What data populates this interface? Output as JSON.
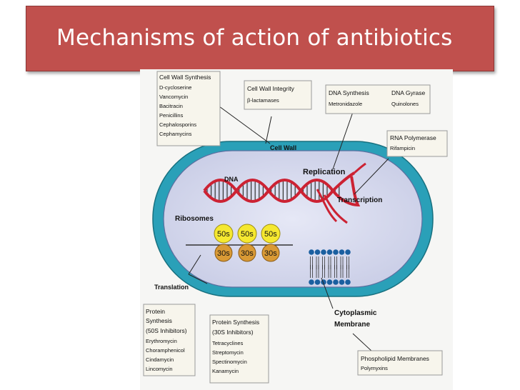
{
  "title": "Mechanisms of action of antibiotics",
  "diagram": {
    "cell_wall_label": "Cell Wall",
    "dna_label": "DNA",
    "replication_label": "Replication",
    "transcription_label": "Transcription",
    "ribosomes_label": "Ribosomes",
    "ribosome_large": [
      "50s",
      "50s",
      "50s"
    ],
    "ribosome_small": [
      "30s",
      "30s",
      "30s"
    ],
    "translation_label": "Translation",
    "cytoplasmic_membrane_label": [
      "Cytoplasmic",
      "Membrane"
    ],
    "boxes": {
      "cell_wall_synthesis": {
        "title": "Cell Wall Synthesis",
        "items": [
          "D-cycloserine",
          "Vancomycin",
          "Bacitracin",
          "Penicillins",
          "Cephalosporins",
          "Cephamycins"
        ]
      },
      "cell_wall_integrity": {
        "title": "Cell Wall Integrity",
        "items": [
          "β-lactamases"
        ]
      },
      "dna_synthesis": {
        "title": "DNA Synthesis",
        "items": [
          "Metronidazole"
        ]
      },
      "dna_gyrase": {
        "title": "DNA Gyrase",
        "items": [
          "Quinolones"
        ]
      },
      "rna_polymerase": {
        "title": "RNA Polymerase",
        "items": [
          "Rifampicin"
        ]
      },
      "protein_synthesis_50s": {
        "title_lines": [
          "Protein",
          "Synthesis",
          "(50S Inhibitors)"
        ],
        "items": [
          "Erythromycin",
          "Choramphenicol",
          "Cindamycin",
          "Lincomycin"
        ]
      },
      "protein_synthesis_30s": {
        "title_lines": [
          "Protein Synthesis",
          "(30S Inhibitors)"
        ],
        "items": [
          "Tetracyclines",
          "Streptomycin",
          "Spectinomycin",
          "Kanamycin"
        ]
      },
      "phospholipid_membranes": {
        "title": "Phospholipid Membranes",
        "items": [
          "Polymyxins"
        ]
      }
    }
  },
  "colors": {
    "banner": "#c0504d",
    "cell_wall": "#2aa0b8",
    "cytoplasm": "#d9ddf0",
    "dna": "#cc2233",
    "ribosome_large": "#f5e830",
    "ribosome_small": "#d99a35",
    "membrane": "#1a5fa0"
  }
}
